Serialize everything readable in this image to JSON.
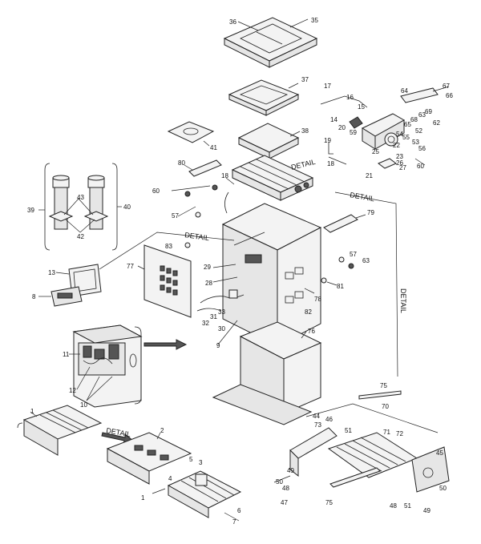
{
  "labels": {
    "l1": "1",
    "l2": "2",
    "l3": "3",
    "l4": "4",
    "l5": "5",
    "l6": "6",
    "l7": "7",
    "l8": "8",
    "l9": "9",
    "l10": "10",
    "l11": "11",
    "l12": "12",
    "l13": "13",
    "l14": "14",
    "l15": "15",
    "l16": "16",
    "l17": "17",
    "l18": "18",
    "l19": "19",
    "l20": "20",
    "l21": "21",
    "l22": "22",
    "l23": "23",
    "l25": "25",
    "l26": "26",
    "l27": "27",
    "l28": "28",
    "l29": "29",
    "l30": "30",
    "l31": "31",
    "l32": "32",
    "l33": "33",
    "l35": "35",
    "l36": "36",
    "l37": "37",
    "l38": "38",
    "l39": "39",
    "l40": "40",
    "l41": "41",
    "l42": "42",
    "l43": "43",
    "l44": "44",
    "l45": "45",
    "l46": "46",
    "l47": "47",
    "l48": "48",
    "l49": "49",
    "l50": "50",
    "l51": "51",
    "l52": "52",
    "l53": "53",
    "l54": "54",
    "l55": "55",
    "l56": "56",
    "l57": "57",
    "l59": "59",
    "l60": "60",
    "l62": "62",
    "l63": "63",
    "l64": "64",
    "l65": "65",
    "l66": "66",
    "l67": "67",
    "l68": "68",
    "l69": "69",
    "l70": "70",
    "l71": "71",
    "l72": "72",
    "l73": "73",
    "l75": "75",
    "l76": "76",
    "l77": "77",
    "l78": "78",
    "l79": "79",
    "l80": "80",
    "l81": "81",
    "l82": "82",
    "l83": "83"
  },
  "detail": {
    "top": "DETAIL",
    "control": "DETAIL",
    "burner": "DETAIL",
    "gas_valve": "DETAIL",
    "vertical": "DETAIL"
  }
}
